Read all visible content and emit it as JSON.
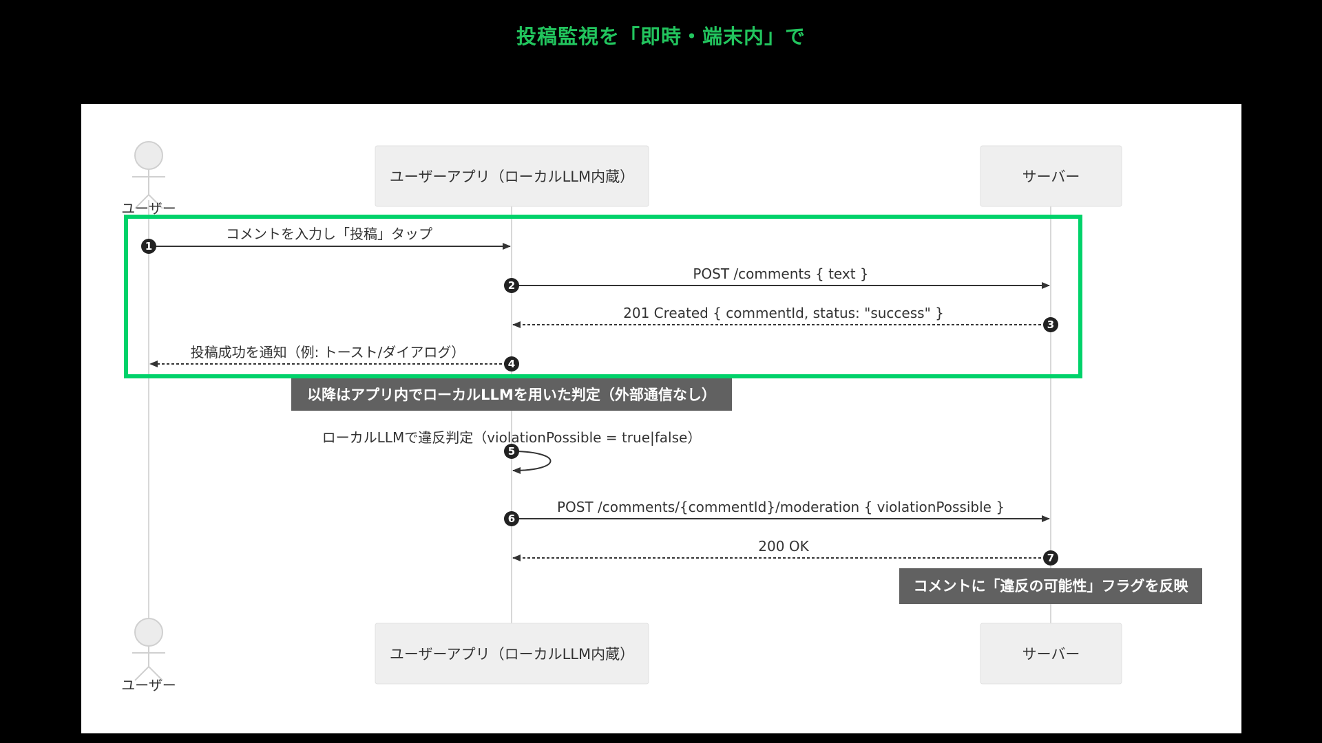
{
  "title": "投稿監視を「即時・端末内」で",
  "participants": {
    "user": "ユーザー",
    "app": "ユーザーアプリ（ローカルLLM内蔵）",
    "server": "サーバー"
  },
  "messages": [
    {
      "num": "1",
      "from": "user",
      "to": "app",
      "style": "solid",
      "label": "コメントを入力し「投稿」タップ"
    },
    {
      "num": "2",
      "from": "app",
      "to": "server",
      "style": "solid",
      "label": "POST /comments { text }"
    },
    {
      "num": "3",
      "from": "server",
      "to": "app",
      "style": "dashed",
      "label": "201 Created { commentId, status: \"success\" }"
    },
    {
      "num": "4",
      "from": "app",
      "to": "user",
      "style": "dashed",
      "label": "投稿成功を通知（例: トースト/ダイアログ）"
    },
    {
      "num": "5",
      "from": "app",
      "to": "app",
      "style": "solid",
      "label": "ローカルLLMで違反判定（violationPossible = true|false）"
    },
    {
      "num": "6",
      "from": "app",
      "to": "server",
      "style": "solid",
      "label": "POST /comments/{commentId}/moderation { violationPossible }"
    },
    {
      "num": "7",
      "from": "server",
      "to": "app",
      "style": "dashed",
      "label": "200 OK"
    }
  ],
  "notes": [
    {
      "label": "以降はアプリ内でローカルLLMを用いた判定（外部通信なし）"
    },
    {
      "label": "コメントに「違反の可能性」フラグを反映"
    }
  ],
  "colors": {
    "highlight": "#00d26a",
    "title": "#22c55e",
    "note_bg": "#616161",
    "lifeline": "#d8d8d8",
    "participant_bg": "#efefef",
    "arrow": "#333333"
  },
  "icons": {
    "actor": "person-stick-icon"
  }
}
